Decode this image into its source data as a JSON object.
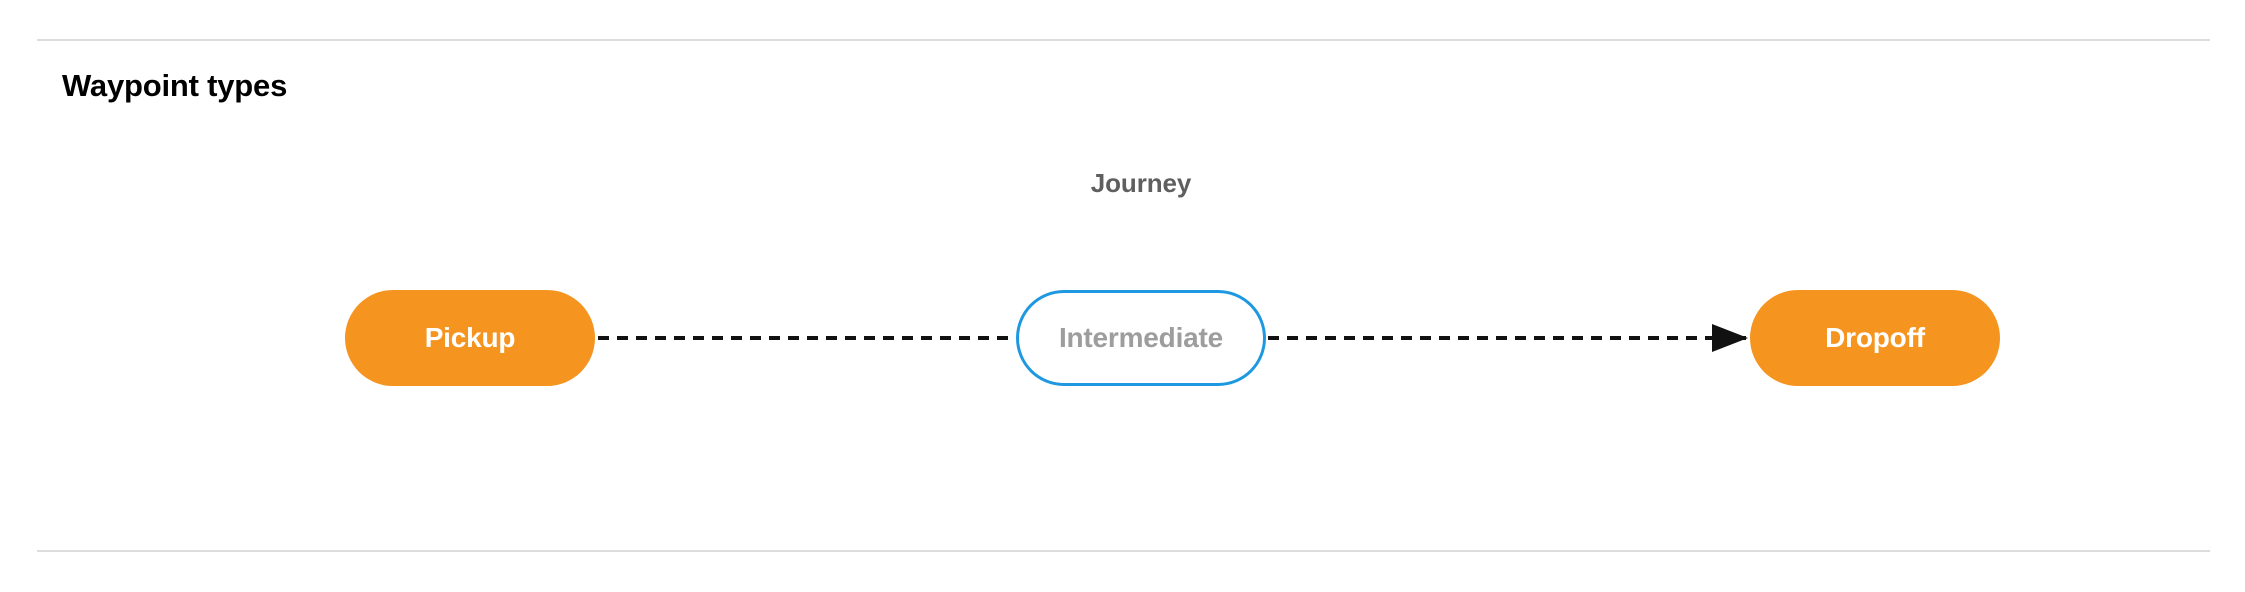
{
  "section": {
    "title": "Waypoint types"
  },
  "diagram": {
    "group_label": "Journey",
    "nodes": [
      {
        "id": "pickup",
        "label": "Pickup",
        "style": "filled",
        "fill": "#f5941f",
        "text_color": "#ffffff"
      },
      {
        "id": "intermediate",
        "label": "Intermediate",
        "style": "outlined",
        "fill": "#ffffff",
        "border_color": "#1e98e0",
        "text_color": "#9d9d9d"
      },
      {
        "id": "dropoff",
        "label": "Dropoff",
        "style": "filled",
        "fill": "#f5941f",
        "text_color": "#ffffff"
      }
    ],
    "edges": [
      {
        "from": "pickup",
        "to": "intermediate",
        "style": "dashed",
        "arrowhead": false,
        "color": "#111111"
      },
      {
        "from": "intermediate",
        "to": "dropoff",
        "style": "dashed",
        "arrowhead": true,
        "color": "#111111"
      }
    ]
  },
  "colors": {
    "divider": "#dcdcdc",
    "background": "#ffffff",
    "accent_orange": "#f5941f",
    "accent_blue": "#1e98e0",
    "muted_text": "#5f5f5f"
  }
}
